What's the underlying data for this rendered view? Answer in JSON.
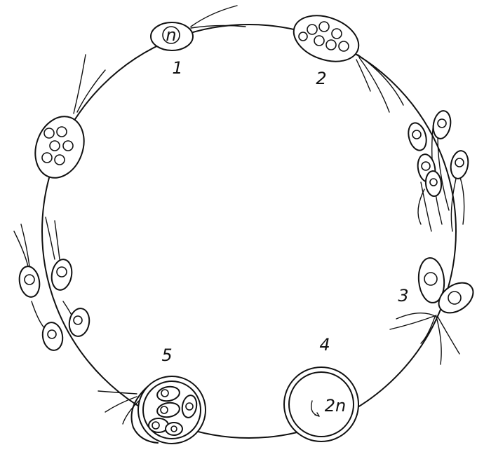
{
  "diagram": {
    "stage_labels": [
      "1",
      "2",
      "3",
      "4",
      "5"
    ],
    "nucleus_haploid": "n",
    "nucleus_diploid": "2n"
  }
}
